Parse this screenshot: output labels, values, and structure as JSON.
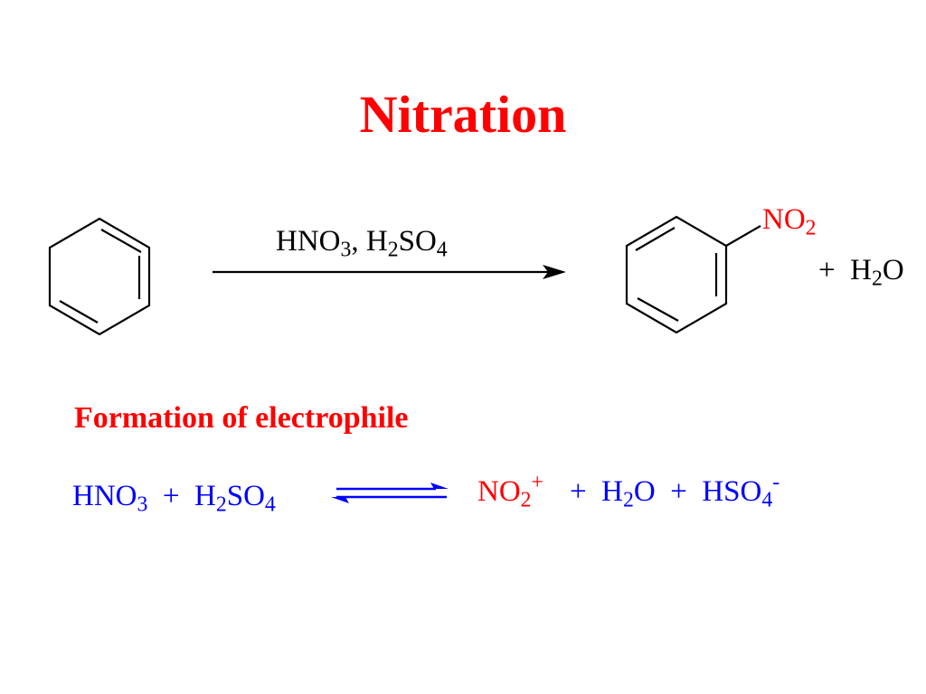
{
  "title": "Nitration",
  "colors": {
    "title": "#ff0000",
    "section": "#ff0000",
    "equation": "#0000ff",
    "product_ion": "#ff0000",
    "black": "#000000"
  },
  "reaction": {
    "reagents": {
      "hno3": {
        "base": "HNO",
        "sub": "3"
      },
      "separator": ", ",
      "h2so4": {
        "h": "H",
        "sub1": "2",
        "so": "SO",
        "sub2": "4"
      }
    },
    "substituent": {
      "base": "NO",
      "sub": "2"
    },
    "byproduct": {
      "plus": "+",
      "h": "H",
      "sub": "2",
      "o": "O"
    }
  },
  "electrophile": {
    "heading": "Formation of electrophile",
    "left": {
      "hno3": {
        "base": "HNO",
        "sub": "3"
      },
      "plus": "+",
      "h2so4": {
        "h": "H",
        "sub1": "2",
        "so": "SO",
        "sub2": "4"
      }
    },
    "right": {
      "no2": {
        "base": "NO",
        "sub": "2",
        "charge": "+"
      },
      "plus1": "+",
      "h2o": {
        "h": "H",
        "sub": "2",
        "o": "O"
      },
      "plus2": "+",
      "hso4": {
        "base": "HSO",
        "sub": "4",
        "charge": "-"
      }
    }
  }
}
